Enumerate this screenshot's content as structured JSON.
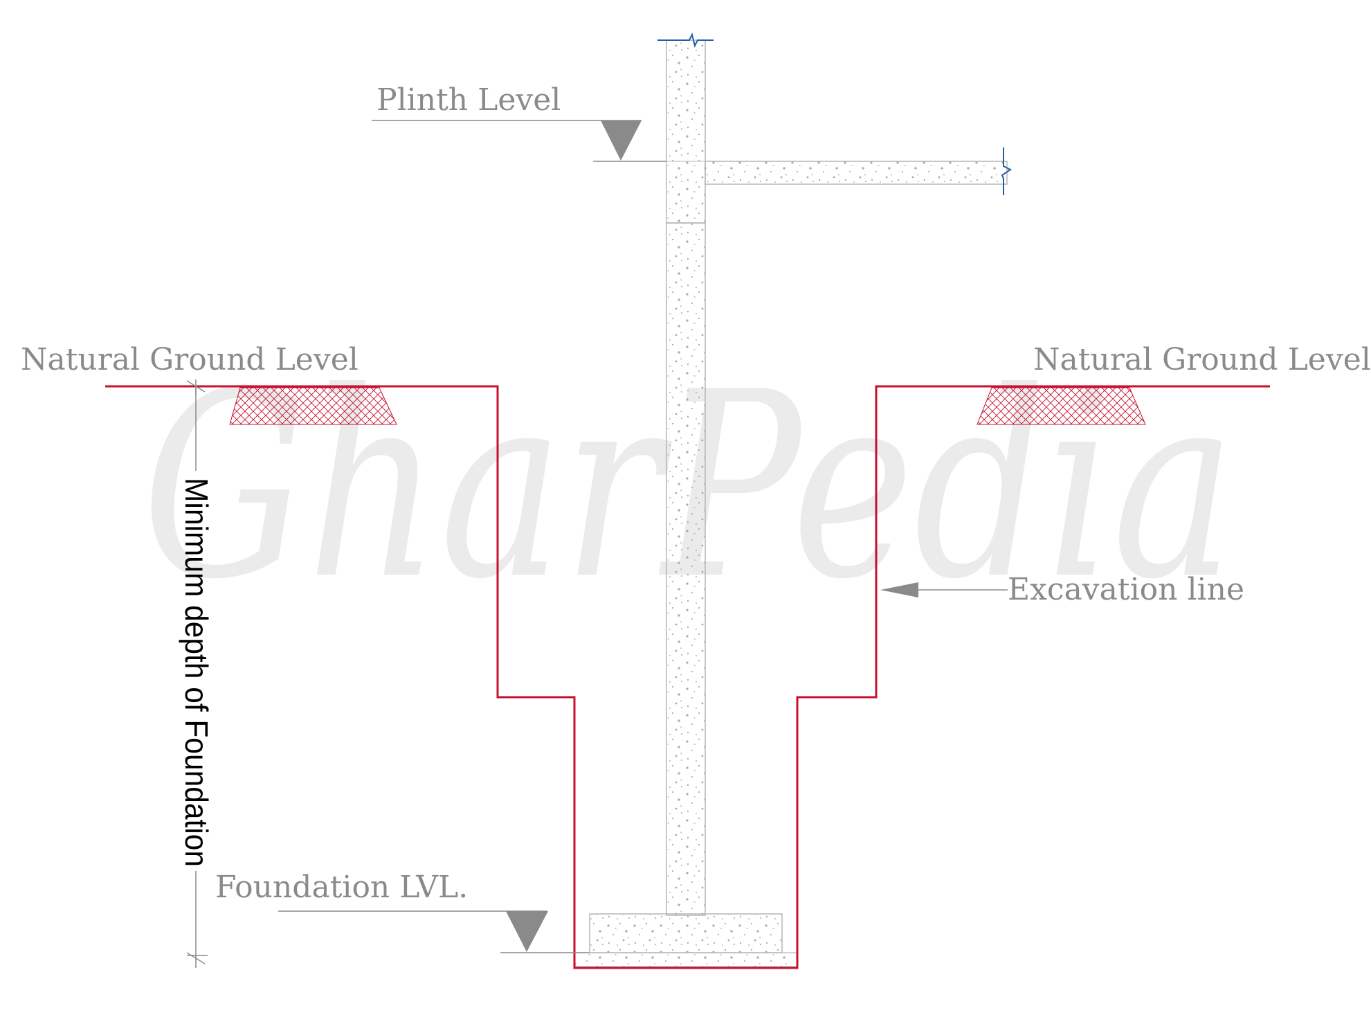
{
  "watermark": "GharPedia",
  "labels": {
    "plinth_level": "Plinth Level",
    "ngl_left": "Natural Ground Level",
    "ngl_right": "Natural Ground Level",
    "excavation_line": "Excavation line",
    "foundation_level": "Foundation LVL.",
    "min_depth": "Minimum depth of Foundation"
  },
  "colors": {
    "excavation": "#c8102e",
    "concrete_outline": "#b5b5b5",
    "concrete_speckle": "#a8a8a8",
    "leader": "#8a8a8a",
    "break_symbol": "#1f5fa8",
    "hatch": "#c8102e",
    "watermark": "#ebebeb"
  }
}
